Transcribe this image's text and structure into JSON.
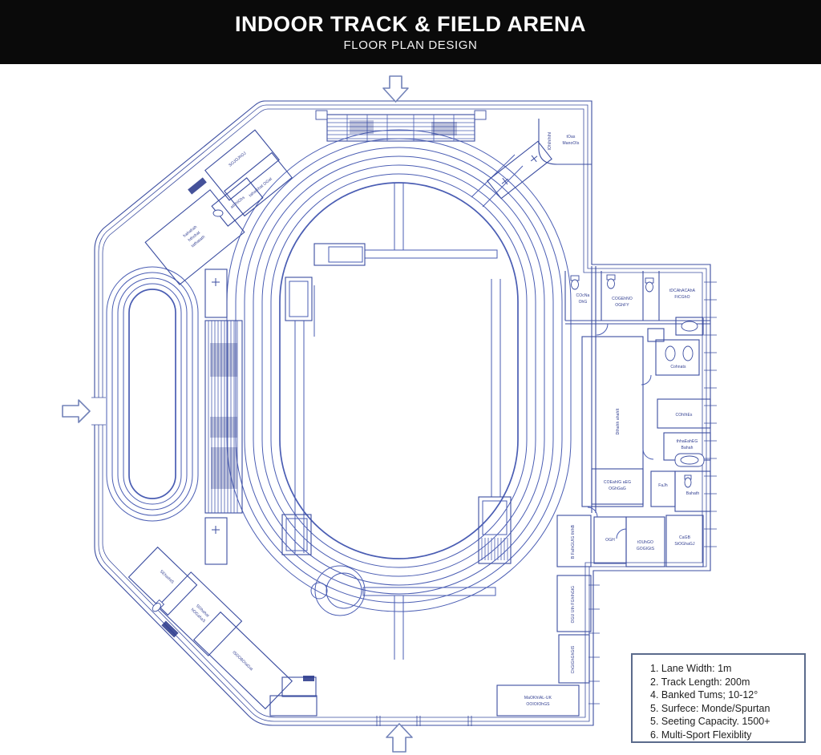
{
  "header": {
    "title": "INDOOR TRACK & FIELD ARENA",
    "subtitle": "FLOOR PLAN DESIGN"
  },
  "notes": {
    "line1": "1. Lane Width: 1m",
    "line2": "2. Track Length: 200m",
    "line3": "4. Banked Tums; 10-12°",
    "line4": "5. Surfece: Monde/Spurtan",
    "line5": "5. Seeting Capacity. 1500+",
    "line6": "6. Multi-Sport Flexiblity"
  },
  "colors": {
    "header_bg": "#0a0a0a",
    "header_text": "#ffffff",
    "blueprint_line": "#3b4da0",
    "track_line": "#4a5db3",
    "label_text": "#2f3c8f",
    "arrow_outline": "#7282b8",
    "notes_border": "#5b6b8c"
  },
  "labels": {
    "tr_corner_line1": "tOas",
    "tr_corner_line2": "ManoOIs",
    "tr_corner_vert": "IOhIhIhIhI",
    "top_room_a1": "COcNa",
    "top_room_a2": "OhG",
    "top_room_b1": "COGEhNO",
    "top_room_b2": "OGhFY",
    "top_room_c1": "tDCAhACAhA",
    "top_room_c2": "FtCGhO",
    "hall_vert": "Dthahh ahahIt",
    "sinks_room": "Cohnats",
    "cohires_room": "COhIhEs",
    "bahah_room1": "thhaEahEG",
    "bahah_room2": "Bahah",
    "fajh_room": "FaJh",
    "bahath_room": "Bahath",
    "coaching_room1": "COEahIG aEG",
    "coaching_room2": "OGhGaG",
    "br_rot_room": "B FaIhGUIG thIhB",
    "ogh_room": "OGH",
    "toilets_room1": "tOUhGO",
    "toilets_room2": "GOGIGtS",
    "storage_room1": "CaGB",
    "storage_room2": "StOGhaGJ",
    "br_rot_room2": "OGU Uth FGhIhGtG",
    "br_rot_room3": "ChGtGhGhGtS",
    "material_room1": "MaOKhIAL-UK",
    "material_room2": "OOIOIOhGS",
    "tl_room1": "SOJOJhOJ",
    "tl_room2": "tahaGhat OGat",
    "tl_room3": "atI hIGhs",
    "tl_big1": "hahahah",
    "tl_big2": "hthohat",
    "tl_big3": "tathatath",
    "bl_room1": "SEhaIhtS",
    "bl_room21": "SOhahat",
    "bl_room22": "hOGahaS",
    "bl_room3": "ISGOBOIaGat"
  }
}
